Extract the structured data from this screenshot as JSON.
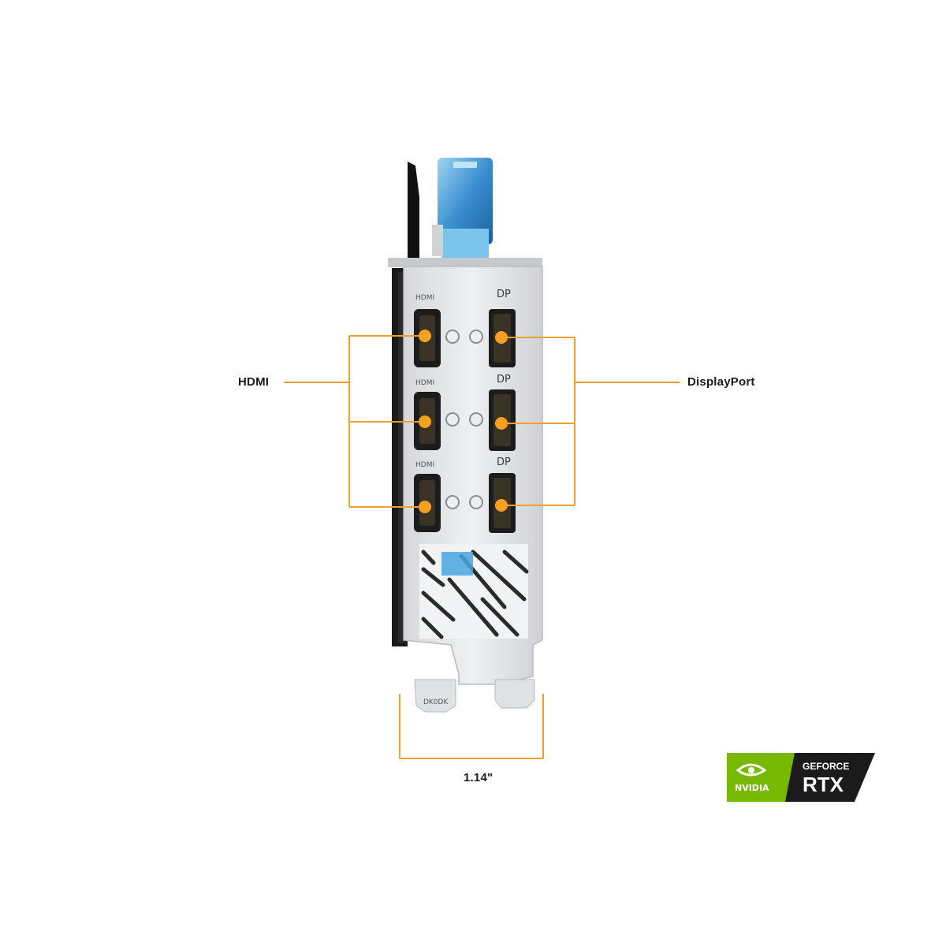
{
  "callouts": {
    "hdmi": "HDMI",
    "displayport": "DisplayPort",
    "width": "1.14\""
  },
  "ports": {
    "hdmi_label": "HDMI",
    "dp_label": "DP"
  },
  "bracket_marking": "DK0DK",
  "badge": {
    "brand": "NVIDIA",
    "line1": "GEFORCE",
    "line2": "RTX"
  },
  "colors": {
    "callout_line": "#f0a030",
    "port_marker": "#f5a021",
    "nvidia_green": "#76b900",
    "badge_dark": "#1b1b1b"
  }
}
